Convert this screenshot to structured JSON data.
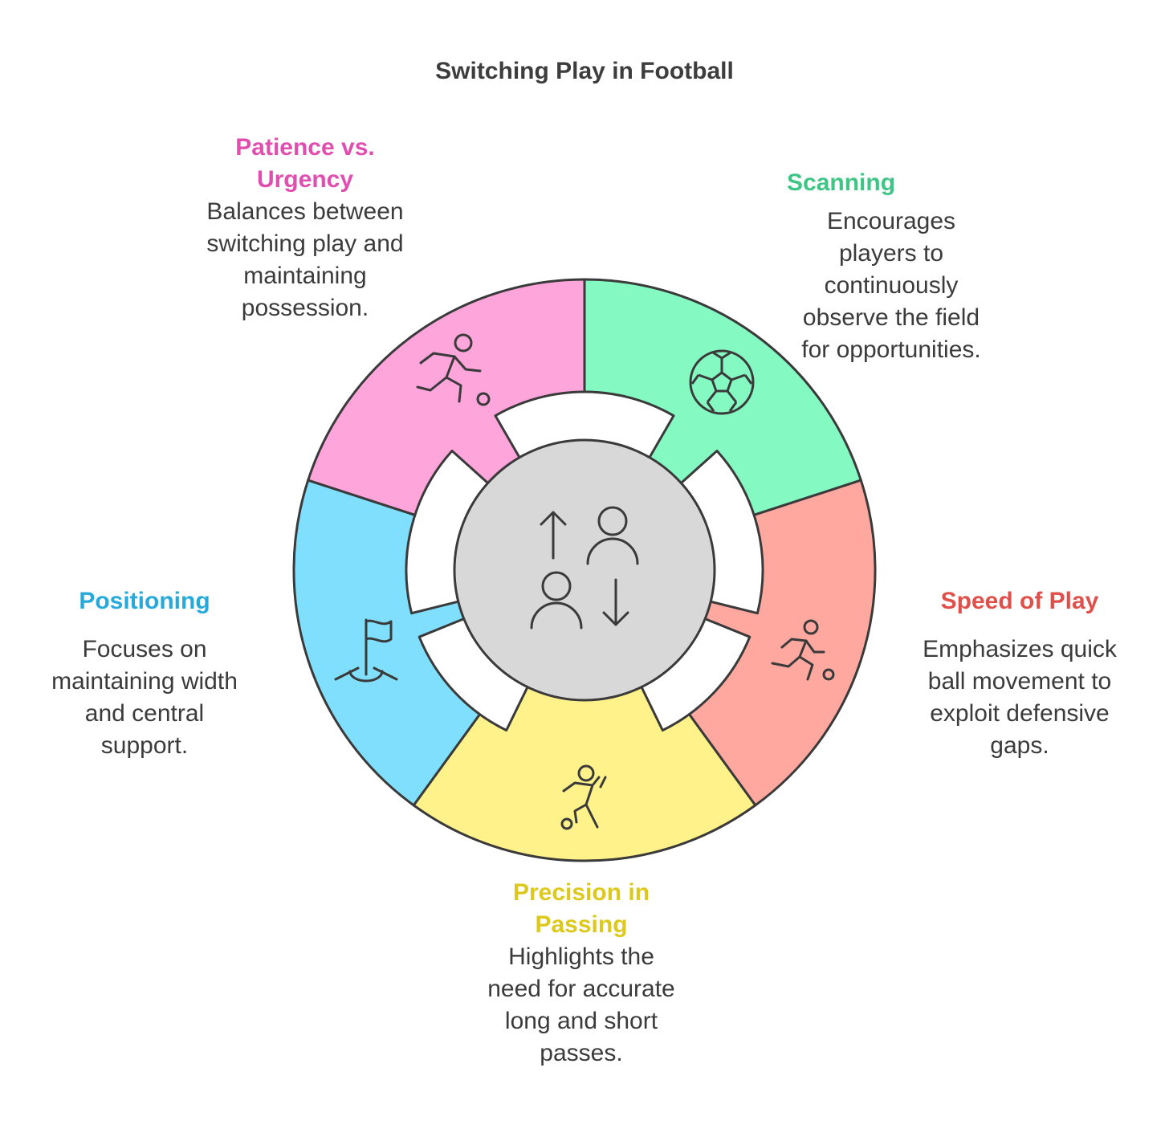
{
  "title": "Switching Play in Football",
  "colors": {
    "scanning": "#85f9c2",
    "speed": "#ffa8a0",
    "passing": "#fff28a",
    "positioning": "#80dffc",
    "patience": "#fea5dc",
    "center": "#d8d8d8",
    "outline": "#3a3a3a",
    "scanning_text": "#3fc585",
    "speed_text": "#e0504a",
    "passing_text": "#dcc91c",
    "positioning_text": "#27a9d9",
    "patience_text": "#e04faf"
  },
  "segments": {
    "scanning": {
      "title": "Scanning",
      "desc": [
        "Encourages",
        "players to",
        "continuously",
        "observe the field",
        "for opportunities."
      ],
      "icon": "soccer-ball-icon"
    },
    "speed": {
      "title": "Speed of Play",
      "desc": [
        "Emphasizes quick",
        "ball movement to",
        "exploit defensive",
        "gaps."
      ],
      "icon": "running-player-icon"
    },
    "passing": {
      "title": [
        "Precision in",
        "Passing"
      ],
      "desc": [
        "Highlights the",
        "need for accurate",
        "long and short",
        "passes."
      ],
      "icon": "kicking-player-icon"
    },
    "positioning": {
      "title": "Positioning",
      "desc": [
        "Focuses on",
        "maintaining width",
        "and central",
        "support."
      ],
      "icon": "corner-flag-icon"
    },
    "patience": {
      "title": [
        "Patience vs.",
        "Urgency"
      ],
      "desc": [
        "Balances between",
        "switching play and",
        "maintaining",
        "possession."
      ],
      "icon": "dribbling-player-icon"
    }
  },
  "center": {
    "icon": "player-exchange-icon"
  }
}
